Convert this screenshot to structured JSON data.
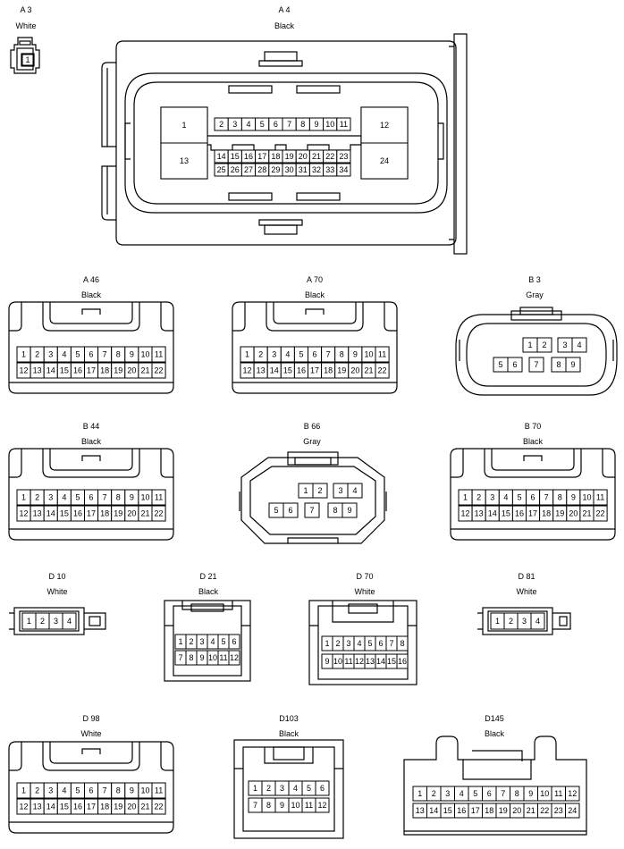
{
  "connectors": [
    {
      "id": "A 3",
      "color": "White",
      "pins": [
        [
          "1"
        ]
      ]
    },
    {
      "id": "A 4",
      "color": "Black",
      "pins": [
        [
          "1",
          "13"
        ],
        [
          "2",
          "3",
          "4",
          "5",
          "6",
          "7",
          "8",
          "9",
          "10",
          "11"
        ],
        [
          "14",
          "15",
          "16",
          "17",
          "18",
          "19",
          "20",
          "21",
          "22",
          "23"
        ],
        [
          "25",
          "26",
          "27",
          "28",
          "29",
          "30",
          "31",
          "32",
          "33",
          "34"
        ],
        [
          "12",
          "24"
        ]
      ]
    },
    {
      "id": "A 46",
      "color": "Black",
      "pins": [
        [
          "1",
          "2",
          "3",
          "4",
          "5",
          "6",
          "7",
          "8",
          "9",
          "10",
          "11"
        ],
        [
          "12",
          "13",
          "14",
          "15",
          "16",
          "17",
          "18",
          "19",
          "20",
          "21",
          "22"
        ]
      ]
    },
    {
      "id": "A 70",
      "color": "Black",
      "pins": [
        [
          "1",
          "2",
          "3",
          "4",
          "5",
          "6",
          "7",
          "8",
          "9",
          "10",
          "11"
        ],
        [
          "12",
          "13",
          "14",
          "15",
          "16",
          "17",
          "18",
          "19",
          "20",
          "21",
          "22"
        ]
      ]
    },
    {
      "id": "B 3",
      "color": "Gray",
      "pins": [
        [
          "1",
          "2",
          "3",
          "4"
        ],
        [
          "5",
          "6",
          "7",
          "8",
          "9"
        ]
      ]
    },
    {
      "id": "B 44",
      "color": "Black",
      "pins": [
        [
          "1",
          "2",
          "3",
          "4",
          "5",
          "6",
          "7",
          "8",
          "9",
          "10",
          "11"
        ],
        [
          "12",
          "13",
          "14",
          "15",
          "16",
          "17",
          "18",
          "19",
          "20",
          "21",
          "22"
        ]
      ]
    },
    {
      "id": "B 66",
      "color": "Gray",
      "pins": [
        [
          "1",
          "2",
          "3",
          "4"
        ],
        [
          "5",
          "6",
          "7",
          "8",
          "9"
        ]
      ]
    },
    {
      "id": "B 70",
      "color": "Black",
      "pins": [
        [
          "1",
          "2",
          "3",
          "4",
          "5",
          "6",
          "7",
          "8",
          "9",
          "10",
          "11"
        ],
        [
          "12",
          "13",
          "14",
          "15",
          "16",
          "17",
          "18",
          "19",
          "20",
          "21",
          "22"
        ]
      ]
    },
    {
      "id": "D 10",
      "color": "White",
      "pins": [
        [
          "1",
          "2",
          "3",
          "4"
        ]
      ]
    },
    {
      "id": "D 21",
      "color": "Black",
      "pins": [
        [
          "1",
          "2",
          "3",
          "4",
          "5",
          "6"
        ],
        [
          "7",
          "8",
          "9",
          "10",
          "11",
          "12"
        ]
      ]
    },
    {
      "id": "D 70",
      "color": "White",
      "pins": [
        [
          "1",
          "2",
          "3",
          "4",
          "5",
          "6",
          "7",
          "8"
        ],
        [
          "9",
          "10",
          "11",
          "12",
          "13",
          "14",
          "15",
          "16"
        ]
      ]
    },
    {
      "id": "D 81",
      "color": "White",
      "pins": [
        [
          "1",
          "2",
          "3",
          "4"
        ]
      ]
    },
    {
      "id": "D 98",
      "color": "White",
      "pins": [
        [
          "1",
          "2",
          "3",
          "4",
          "5",
          "6",
          "7",
          "8",
          "9",
          "10",
          "11"
        ],
        [
          "12",
          "13",
          "14",
          "15",
          "16",
          "17",
          "18",
          "19",
          "20",
          "21",
          "22"
        ]
      ]
    },
    {
      "id": "D103",
      "color": "Black",
      "pins": [
        [
          "1",
          "2",
          "3",
          "4",
          "5",
          "6"
        ],
        [
          "7",
          "8",
          "9",
          "10",
          "11",
          "12"
        ]
      ]
    },
    {
      "id": "D145",
      "color": "Black",
      "pins": [
        [
          "1",
          "2",
          "3",
          "4",
          "5",
          "6",
          "7",
          "8",
          "9",
          "10",
          "11",
          "12"
        ],
        [
          "13",
          "14",
          "15",
          "16",
          "17",
          "18",
          "19",
          "20",
          "21",
          "22",
          "23",
          "24"
        ]
      ]
    }
  ]
}
